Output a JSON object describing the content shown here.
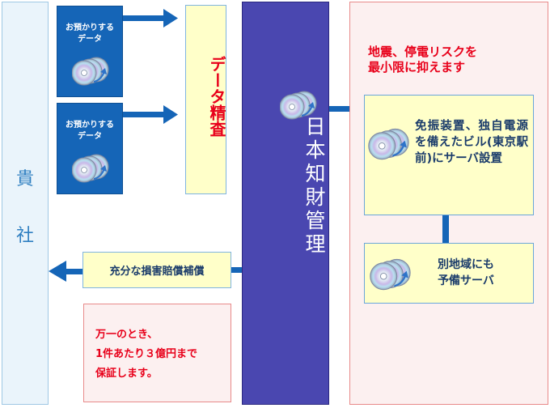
{
  "client": {
    "char_1": "貴",
    "char_2": "社"
  },
  "data_cards": [
    {
      "label": "お預かりする\nデータ"
    },
    {
      "label": "お預かりする\nデータ"
    }
  ],
  "audit": {
    "label": "データ精査"
  },
  "company": {
    "name": "日本知財管理"
  },
  "risk": {
    "heading": "地震、停電リスクを\n最小限に抑えます",
    "facility": "免振装置、独自電源を備えたビル(東京駅前)にサーバ設置",
    "backup": "別地域にも\n予備サーバ"
  },
  "compensation": {
    "label": "充分な損害賠償補償",
    "guarantee": "万一のとき、\n1件あたり３億円まで\n保証します。"
  },
  "colors": {
    "card_blue": "#1565b7",
    "company_purple": "#4a47b0",
    "accent_red": "#e8001a",
    "pale_yellow": "#ffffc9",
    "pale_pink": "#fcf0f0",
    "pale_blue": "#eaf4fb"
  },
  "icons": [
    "cd-disc-icon",
    "arrow-right-icon",
    "arrow-left-icon"
  ]
}
